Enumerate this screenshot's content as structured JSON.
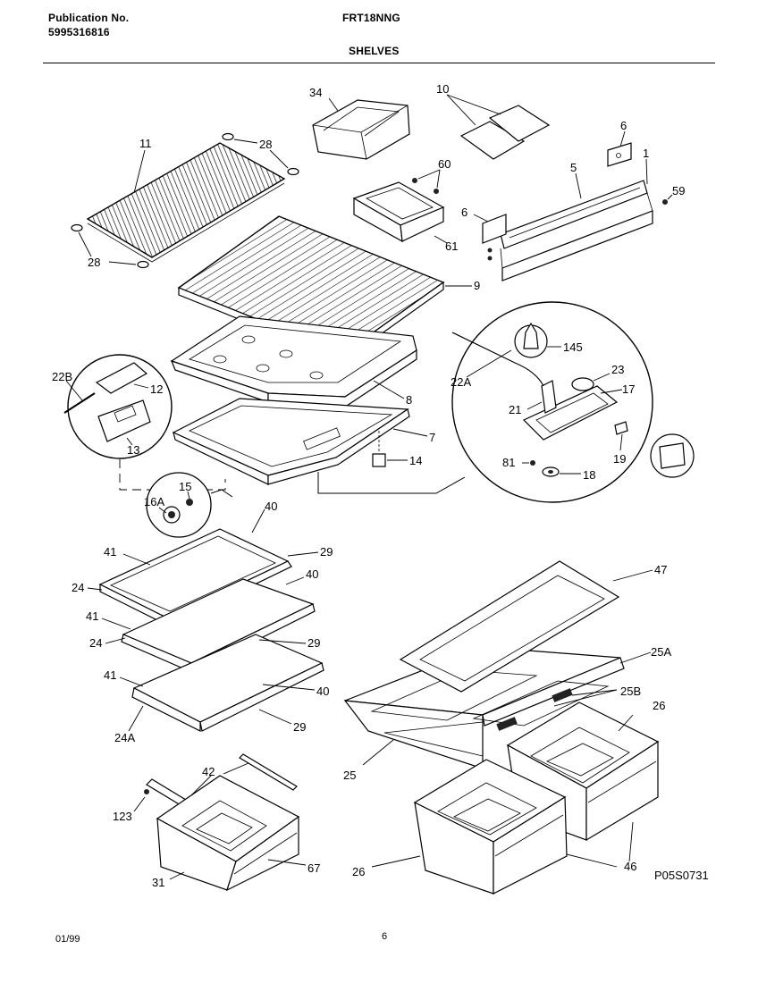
{
  "header": {
    "publication_label": "Publication No.",
    "publication_number": "5995316816",
    "model": "FRT18NNG",
    "section": "SHELVES"
  },
  "footer": {
    "date": "01/99",
    "page": "6",
    "figure_code": "P05S0731"
  },
  "callouts": {
    "c34": "34",
    "c10": "10",
    "c6a": "6",
    "c1": "1",
    "c5": "5",
    "c59": "59",
    "c11": "11",
    "c28a": "28",
    "c28b": "28",
    "c60": "60",
    "c6b": "6",
    "c61": "61",
    "c9": "9",
    "c145": "145",
    "c23": "23",
    "c17": "17",
    "c22a": "22A",
    "c21": "21",
    "c22b": "22B",
    "c12": "12",
    "c8": "8",
    "c13": "13",
    "c7": "7",
    "c14": "14",
    "c19": "19",
    "c81": "81",
    "c18": "18",
    "c15": "15",
    "c16a": "16A",
    "c40a": "40",
    "c41a": "41",
    "c29a": "29",
    "c40b": "40",
    "c24a": "24",
    "c41b": "41",
    "c24b": "24",
    "c29b": "29",
    "c41c": "41",
    "c40c": "40",
    "c24A": "24A",
    "c29c": "29",
    "c47": "47",
    "c25a": "25A",
    "c25b": "25B",
    "c26a": "26",
    "c25": "25",
    "c42": "42",
    "c123": "123",
    "c67": "67",
    "c31": "31",
    "c26b": "26",
    "c46": "46"
  }
}
